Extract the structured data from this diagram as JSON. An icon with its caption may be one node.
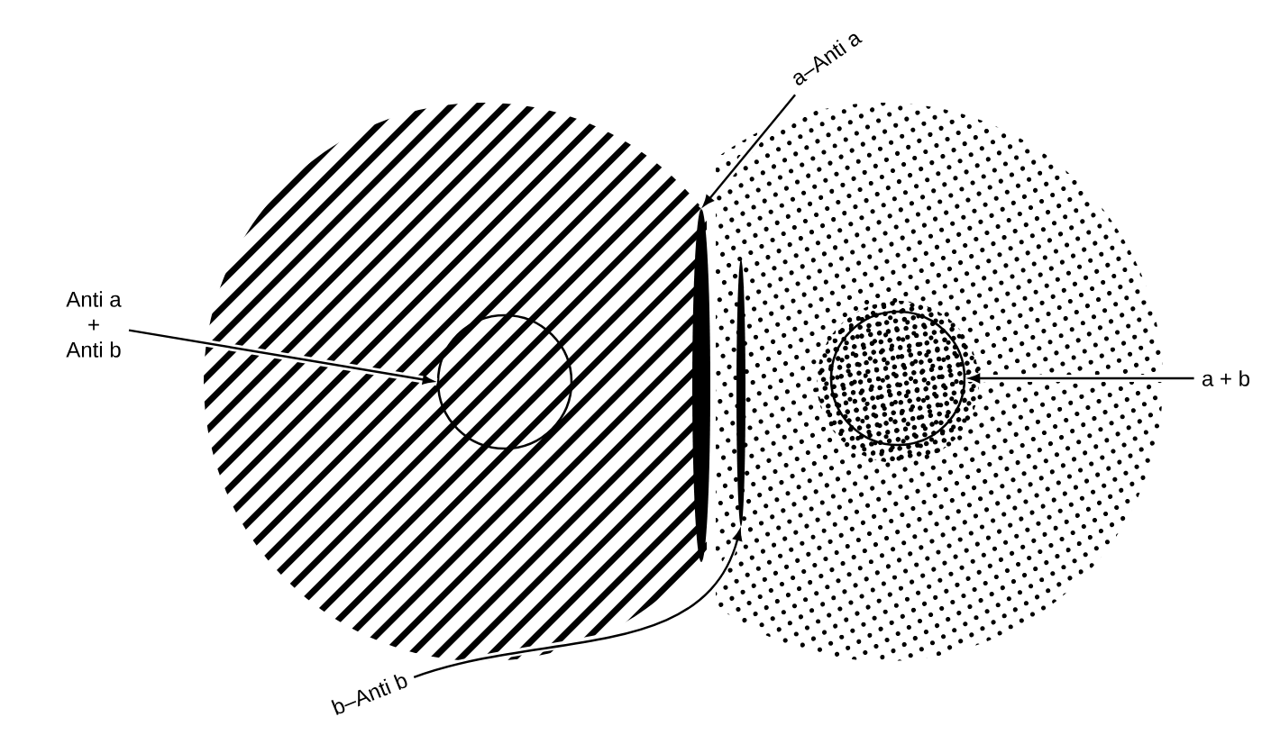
{
  "diagram": {
    "nodes": [
      {
        "text": [
          "Anti a",
          "+",
          "Anti b"
        ]
      },
      {
        "text": [],
        "shape": "circle"
      },
      {
        "text": [],
        "shape": "circle"
      },
      {
        "text": [
          "a + b"
        ]
      },
      {
        "text": [
          "a–Anti a"
        ]
      },
      {
        "text": [],
        "shape": "bar"
      },
      {
        "text": [
          "b–Anti b"
        ]
      },
      {
        "text": [],
        "shape": "bar"
      }
    ],
    "edges": [
      {
        "from": 0,
        "to": 1,
        "arrow": "to"
      },
      {
        "from": 3,
        "to": 2,
        "arrow": "to"
      },
      {
        "from": 4,
        "to": 5,
        "arrow": "to"
      },
      {
        "from": 6,
        "to": 7,
        "arrow": "to"
      }
    ]
  }
}
